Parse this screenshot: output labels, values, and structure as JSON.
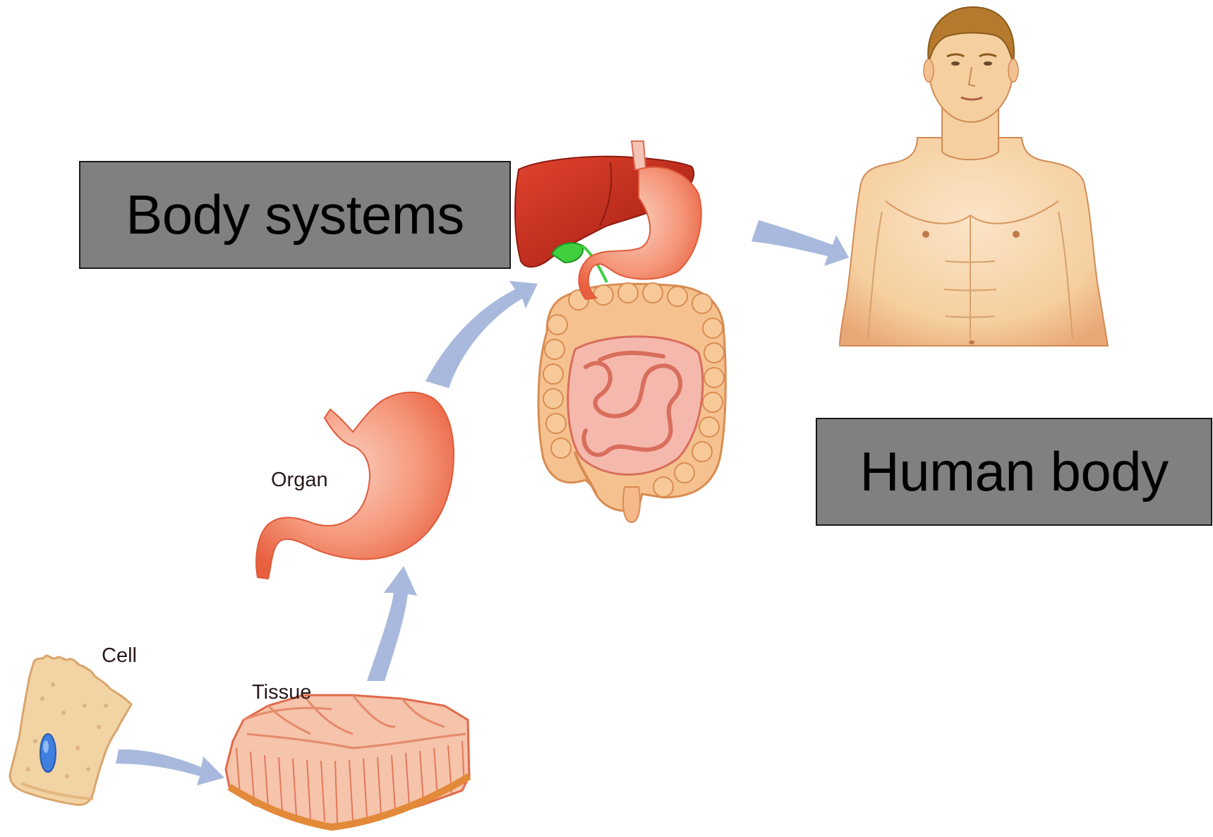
{
  "labels": {
    "body_systems": "Body systems",
    "human_body": "Human body",
    "organ": "Organ",
    "cell": "Cell",
    "tissue": "Tissue"
  },
  "colors": {
    "label_box_fill": "#808080",
    "label_box_border": "#1a1a1a",
    "arrow": "#a9b9dd",
    "organ_tissue": "#f08a6a",
    "liver": "#c8281a",
    "gallbladder": "#3fcf3f",
    "skin": "#f6d2a8",
    "cell": "#f2d3a3",
    "nucleus": "#3f7fe0"
  },
  "icons": [
    "cell-illustration",
    "tissue-illustration",
    "stomach-illustration",
    "digestive-system-illustration",
    "human-torso-illustration",
    "arrow-icon"
  ]
}
